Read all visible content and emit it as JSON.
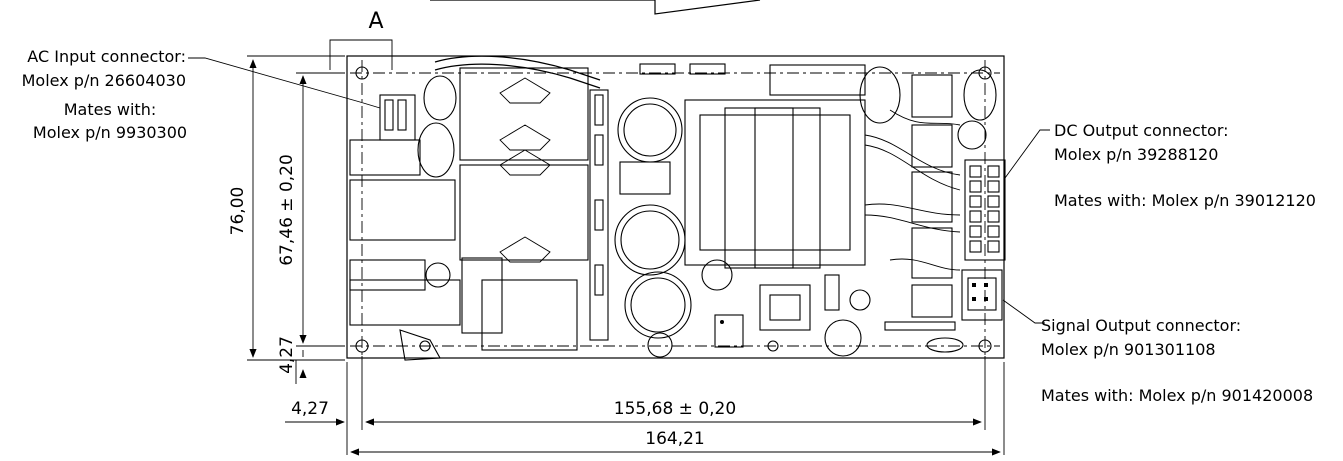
{
  "section_label": "A",
  "callouts": {
    "ac_input": {
      "line1": "AC Input connector:",
      "line2": "Molex p/n 26604030",
      "mates1": "Mates with:",
      "mates2": "Molex p/n 9930300"
    },
    "dc_output": {
      "line1": "DC Output connector:",
      "line2": "Molex p/n 39288120",
      "mates": "Mates with: Molex p/n 39012120"
    },
    "signal_output": {
      "line1": "Signal Output connector:",
      "line2": "Molex p/n 901301108",
      "mates": "Mates with: Molex p/n 901420008"
    }
  },
  "dimensions": {
    "height_total": "76,00",
    "height_holes": "67,46 ± 0,20",
    "hole_offset_v": "4,27",
    "hole_offset_h": "4,27",
    "width_holes": "155,68 ± 0,20",
    "width_total": "164,21"
  }
}
